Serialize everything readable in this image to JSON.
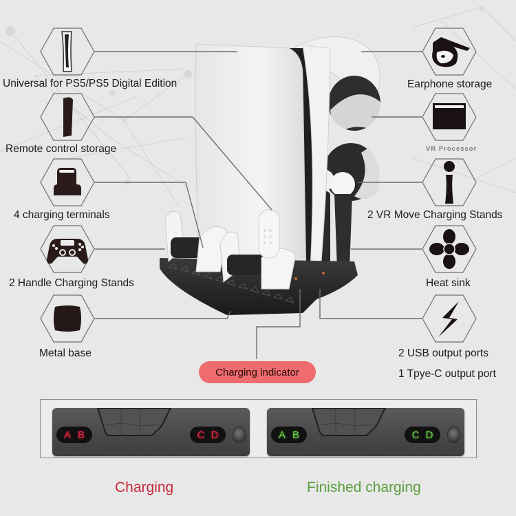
{
  "features_left": [
    {
      "label": "Universal for PS5/PS5 Digital Edition",
      "icon": "ps5-console-icon"
    },
    {
      "label": "Remote control storage",
      "icon": "remote-control-icon"
    },
    {
      "label": "4 charging terminals",
      "icon": "charging-terminal-icon"
    },
    {
      "label": "2 Handle Charging Stands",
      "icon": "gamepad-icon"
    },
    {
      "label": "Metal base",
      "icon": "metal-base-icon"
    }
  ],
  "features_right": [
    {
      "label": "Earphone storage",
      "icon": "vr-headset-icon"
    },
    {
      "label": "VR Processor",
      "icon": "vr-processor-icon"
    },
    {
      "label": "2 VR Move Charging Stands",
      "icon": "vr-move-controller-icon"
    },
    {
      "label": "Heat sink",
      "icon": "fan-icon"
    },
    {
      "label": "2 USB output ports",
      "label2": "1 Tpye-C output port",
      "icon": "lightning-icon"
    }
  ],
  "charging_indicator": {
    "label": "Charging indicator",
    "color": "#ee6b6e"
  },
  "indicator_states": [
    {
      "state": "Charging",
      "color": "#c8283c",
      "led_color": "#e8263f",
      "leds": [
        "A",
        "B",
        "C",
        "D"
      ]
    },
    {
      "state": "Finished charging",
      "color": "#5a9e3e",
      "led_color": "#6fd44d",
      "leds": [
        "A",
        "B",
        "C",
        "D"
      ]
    }
  ]
}
